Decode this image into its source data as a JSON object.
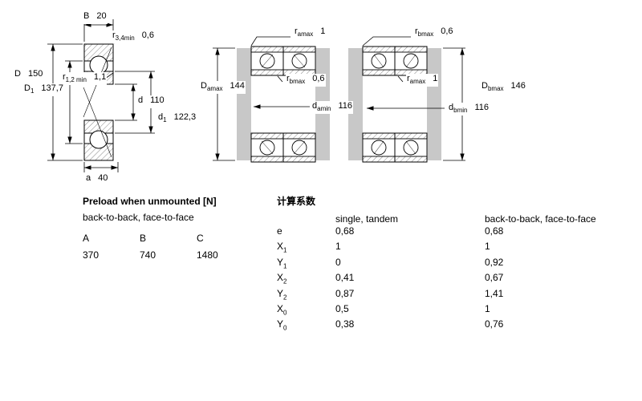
{
  "left_drawing": {
    "B": {
      "main": "B",
      "value": "20"
    },
    "r34": {
      "main": "r",
      "sub": "3,4min",
      "value": "0,6"
    },
    "D": {
      "main": "D",
      "value": "150"
    },
    "r12": {
      "main": "r",
      "sub": "1,2 min",
      "value": "1,1"
    },
    "D1": {
      "main": "D",
      "sub": "1",
      "value": "137,7"
    },
    "d": {
      "main": "d",
      "value": "110"
    },
    "d1": {
      "main": "d",
      "sub": "1",
      "value": "122,3"
    },
    "a": {
      "main": "a",
      "value": "40"
    }
  },
  "middle_drawing": {
    "ra": {
      "main": "r",
      "sub": "amax",
      "value": "1"
    },
    "Da": {
      "main": "D",
      "sub": "amax",
      "value": "144"
    },
    "rb": {
      "main": "r",
      "sub": "bmax",
      "value": "0,6"
    },
    "da": {
      "main": "d",
      "sub": "amin",
      "value": "116"
    }
  },
  "right_drawing": {
    "rb": {
      "main": "r",
      "sub": "bmax",
      "value": "0,6"
    },
    "ra": {
      "main": "r",
      "sub": "amax",
      "value": "1"
    },
    "Db": {
      "main": "D",
      "sub": "bmax",
      "value": "146"
    },
    "db": {
      "main": "d",
      "sub": "bmin",
      "value": "116"
    }
  },
  "preload": {
    "title": "Preload when unmounted [N]",
    "subtitle": "back-to-back, face-to-face",
    "headers": [
      "A",
      "B",
      "C"
    ],
    "values": [
      "370",
      "740",
      "1480"
    ]
  },
  "factors": {
    "title": "计算系数",
    "col1": "single, tandem",
    "col2": "back-to-back, face-to-face",
    "rows": [
      {
        "main": "e",
        "sub": "",
        "v1": "0,68",
        "v2": "0,68"
      },
      {
        "main": "X",
        "sub": "1",
        "v1": "1",
        "v2": "1"
      },
      {
        "main": "Y",
        "sub": "1",
        "v1": "0",
        "v2": "0,92"
      },
      {
        "main": "X",
        "sub": "2",
        "v1": "0,41",
        "v2": "0,67"
      },
      {
        "main": "Y",
        "sub": "2",
        "v1": "0,87",
        "v2": "1,41"
      },
      {
        "main": "X",
        "sub": "0",
        "v1": "0,5",
        "v2": "1"
      },
      {
        "main": "Y",
        "sub": "0",
        "v1": "0,38",
        "v2": "0,76"
      }
    ]
  }
}
